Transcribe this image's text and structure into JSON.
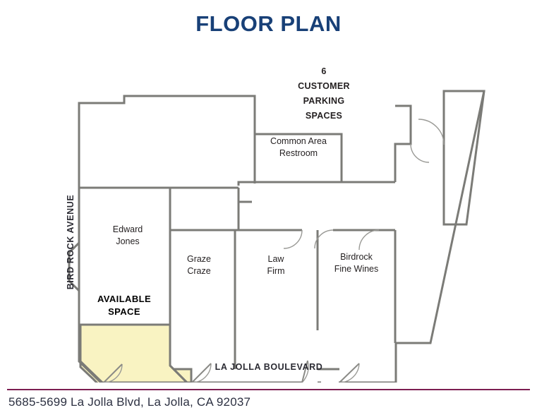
{
  "title": "FLOOR PLAN",
  "title_color": "#184077",
  "footer": {
    "address": "5685-5699 La Jolla Blvd, La Jolla, CA 92037",
    "rule_color": "#7c1e52"
  },
  "streets": {
    "left": "BIRD ROCK AVENUE",
    "bottom": "LA JOLLA BOULEVARD"
  },
  "parking": {
    "line1": "6",
    "line2": "CUSTOMER",
    "line3": "PARKING",
    "line4": "SPACES"
  },
  "rooms": {
    "common_area": {
      "line1": "Common Area",
      "line2": "Restroom"
    },
    "edward_jones": {
      "line1": "Edward",
      "line2": "Jones"
    },
    "graze_craze": {
      "line1": "Graze",
      "line2": "Craze"
    },
    "law_firm": {
      "line1": "Law",
      "line2": "Firm"
    },
    "birdrock": {
      "line1": "Birdrock",
      "line2": "Fine Wines"
    },
    "available": {
      "line1": "AVAILABLE",
      "line2": "SPACE",
      "fill_color": "#f9f3c2"
    }
  },
  "colors": {
    "wall": "#7b7b77",
    "text": "#231f20",
    "page_background": "#ffffff"
  }
}
